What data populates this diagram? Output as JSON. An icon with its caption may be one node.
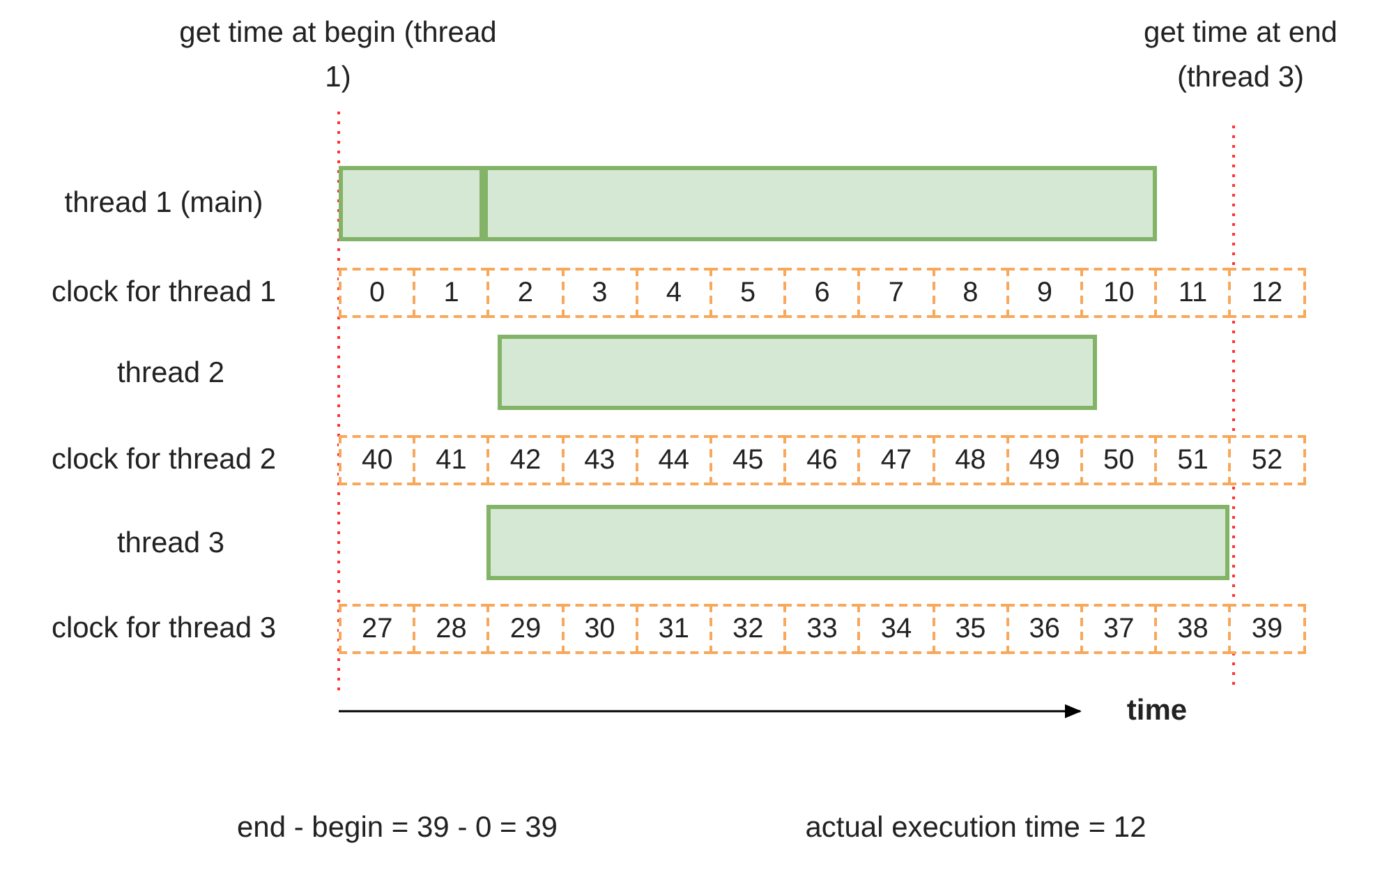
{
  "diagram": {
    "nodes": [
      {
        "text": [],
        "shape": "bar"
      },
      {
        "text": [],
        "shape": "bar"
      },
      {
        "text": [
          "0"
        ]
      },
      {
        "text": [
          "1"
        ]
      },
      {
        "text": [
          "2"
        ]
      },
      {
        "text": [
          "3"
        ]
      },
      {
        "text": [
          "4"
        ]
      },
      {
        "text": [
          "5"
        ]
      },
      {
        "text": [
          "6"
        ]
      },
      {
        "text": [
          "7"
        ]
      },
      {
        "text": [
          "8"
        ]
      },
      {
        "text": [
          "9"
        ]
      },
      {
        "text": [
          "10"
        ]
      },
      {
        "text": [
          "11"
        ]
      },
      {
        "text": [
          "12"
        ]
      },
      {
        "text": [],
        "shape": "bar"
      },
      {
        "text": [
          "40"
        ]
      },
      {
        "text": [
          "41"
        ]
      },
      {
        "text": [
          "42"
        ]
      },
      {
        "text": [
          "43"
        ]
      },
      {
        "text": [
          "44"
        ]
      },
      {
        "text": [
          "45"
        ]
      },
      {
        "text": [
          "46"
        ]
      },
      {
        "text": [
          "47"
        ]
      },
      {
        "text": [
          "48"
        ]
      },
      {
        "text": [
          "49"
        ]
      },
      {
        "text": [
          "50"
        ]
      },
      {
        "text": [
          "51"
        ]
      },
      {
        "text": [
          "52"
        ]
      },
      {
        "text": [],
        "shape": "bar"
      },
      {
        "text": [
          "27"
        ]
      },
      {
        "text": [
          "28"
        ]
      },
      {
        "text": [
          "29"
        ]
      },
      {
        "text": [
          "30"
        ]
      },
      {
        "text": [
          "31"
        ]
      },
      {
        "text": [
          "32"
        ]
      },
      {
        "text": [
          "33"
        ]
      },
      {
        "text": [
          "34"
        ]
      },
      {
        "text": [
          "35"
        ]
      },
      {
        "text": [
          "36"
        ]
      },
      {
        "text": [
          "37"
        ]
      },
      {
        "text": [
          "38"
        ]
      },
      {
        "text": [
          "39"
        ]
      }
    ],
    "labels": [
      "get time at begin (thread 1)",
      "get time at end (thread 3)",
      "thread 1 (main)",
      "clock for thread 1",
      "thread 2",
      "clock for thread 2",
      "thread 3",
      "clock for thread 3",
      "time",
      "end - begin = 39 - 0 = 39",
      "actual execution time = 12"
    ]
  }
}
